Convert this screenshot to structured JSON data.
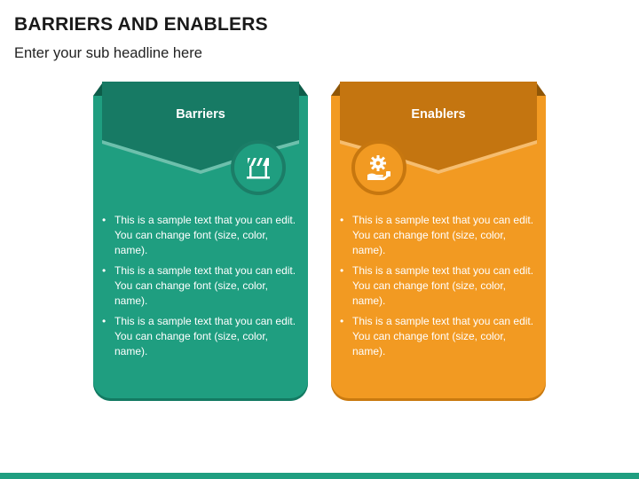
{
  "slide": {
    "title": "BARRIERS AND ENABLERS",
    "subtitle": "Enter your sub headline here"
  },
  "colors": {
    "teal": "#1f9e80",
    "teal_dark": "#137a62",
    "orange": "#f29a22",
    "orange_dark": "#c47510"
  },
  "cards": [
    {
      "heading": "Barriers",
      "icon": "road-barrier-icon",
      "bullets": [
        "This is a sample text that you can edit. You can change font (size, color, name).",
        "This is a sample text that you can edit. You can change font (size, color, name).",
        "This is a sample text that you can edit. You can change font (size, color, name)."
      ]
    },
    {
      "heading": "Enablers",
      "icon": "gear-hand-icon",
      "bullets": [
        "This is a sample text that you can edit. You can change font (size, color, name).",
        "This is a sample text that you can edit. You can change font (size, color, name).",
        "This is a sample text that you can edit. You can change font (size, color, name)."
      ]
    }
  ]
}
